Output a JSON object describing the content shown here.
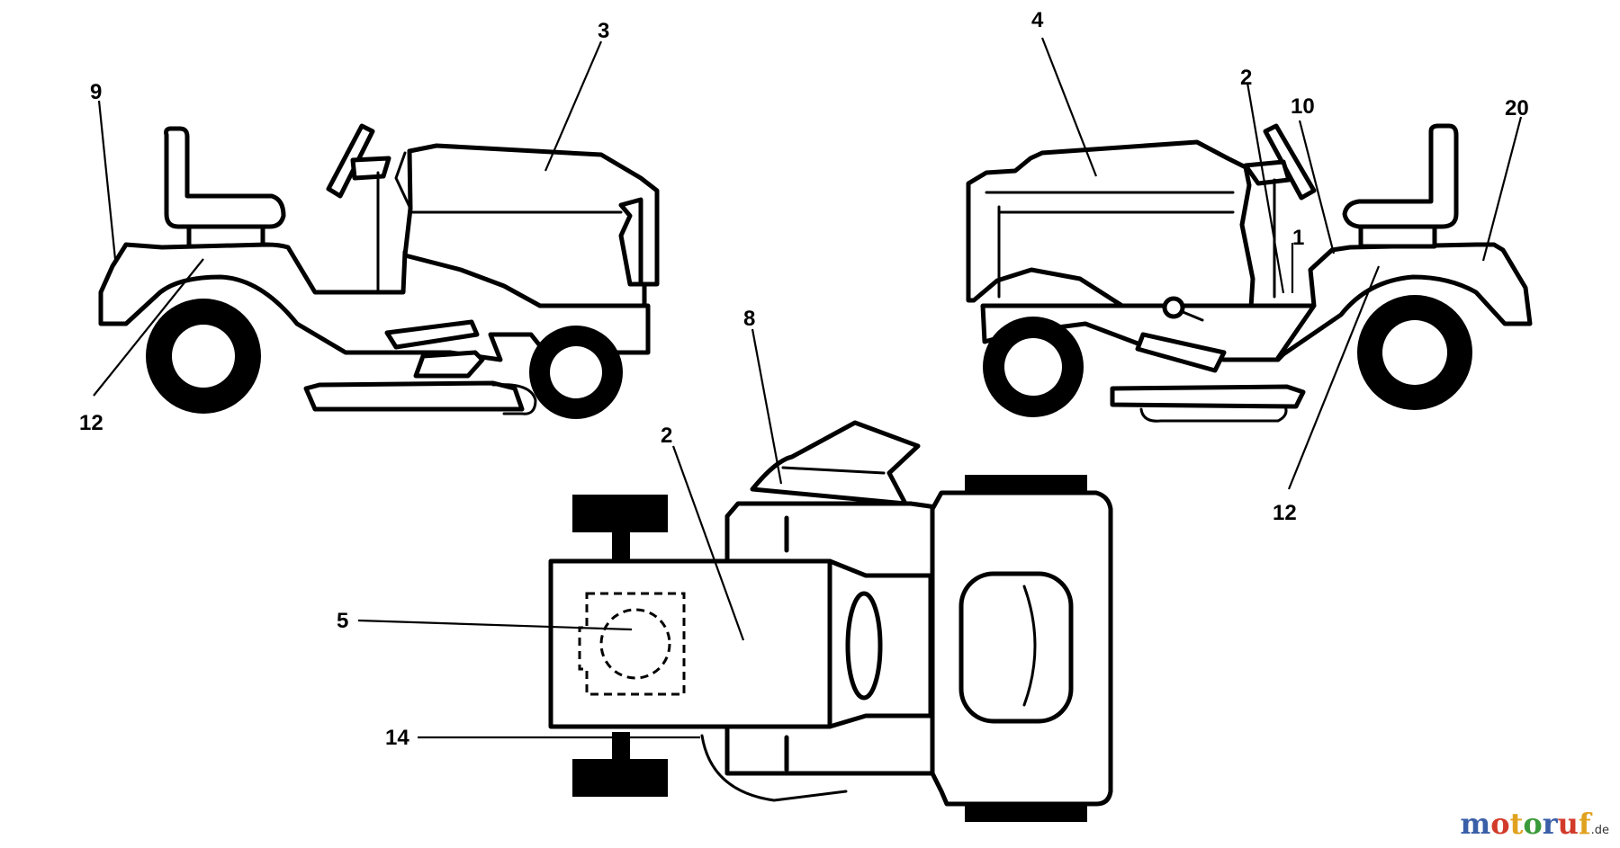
{
  "callouts": {
    "left_hood": "3",
    "left_rear": "9",
    "left_fender": "12",
    "right_hood": "4",
    "right_steer": "2",
    "right_one": "1",
    "right_ten": "10",
    "right_twenty": "20",
    "right_fender": "12",
    "top_chute": "8",
    "top_hood": "2",
    "top_panel": "5",
    "top_frame": "14"
  },
  "watermark": {
    "letters": [
      "m",
      "o",
      "t",
      "o",
      "r",
      "u",
      "f"
    ],
    "colors": [
      "#3a5fa8",
      "#d23a2a",
      "#e0a21e",
      "#3a9a3a",
      "#3a5fa8",
      "#d23a2a",
      "#e0a21e"
    ],
    "suffix": ".de"
  }
}
